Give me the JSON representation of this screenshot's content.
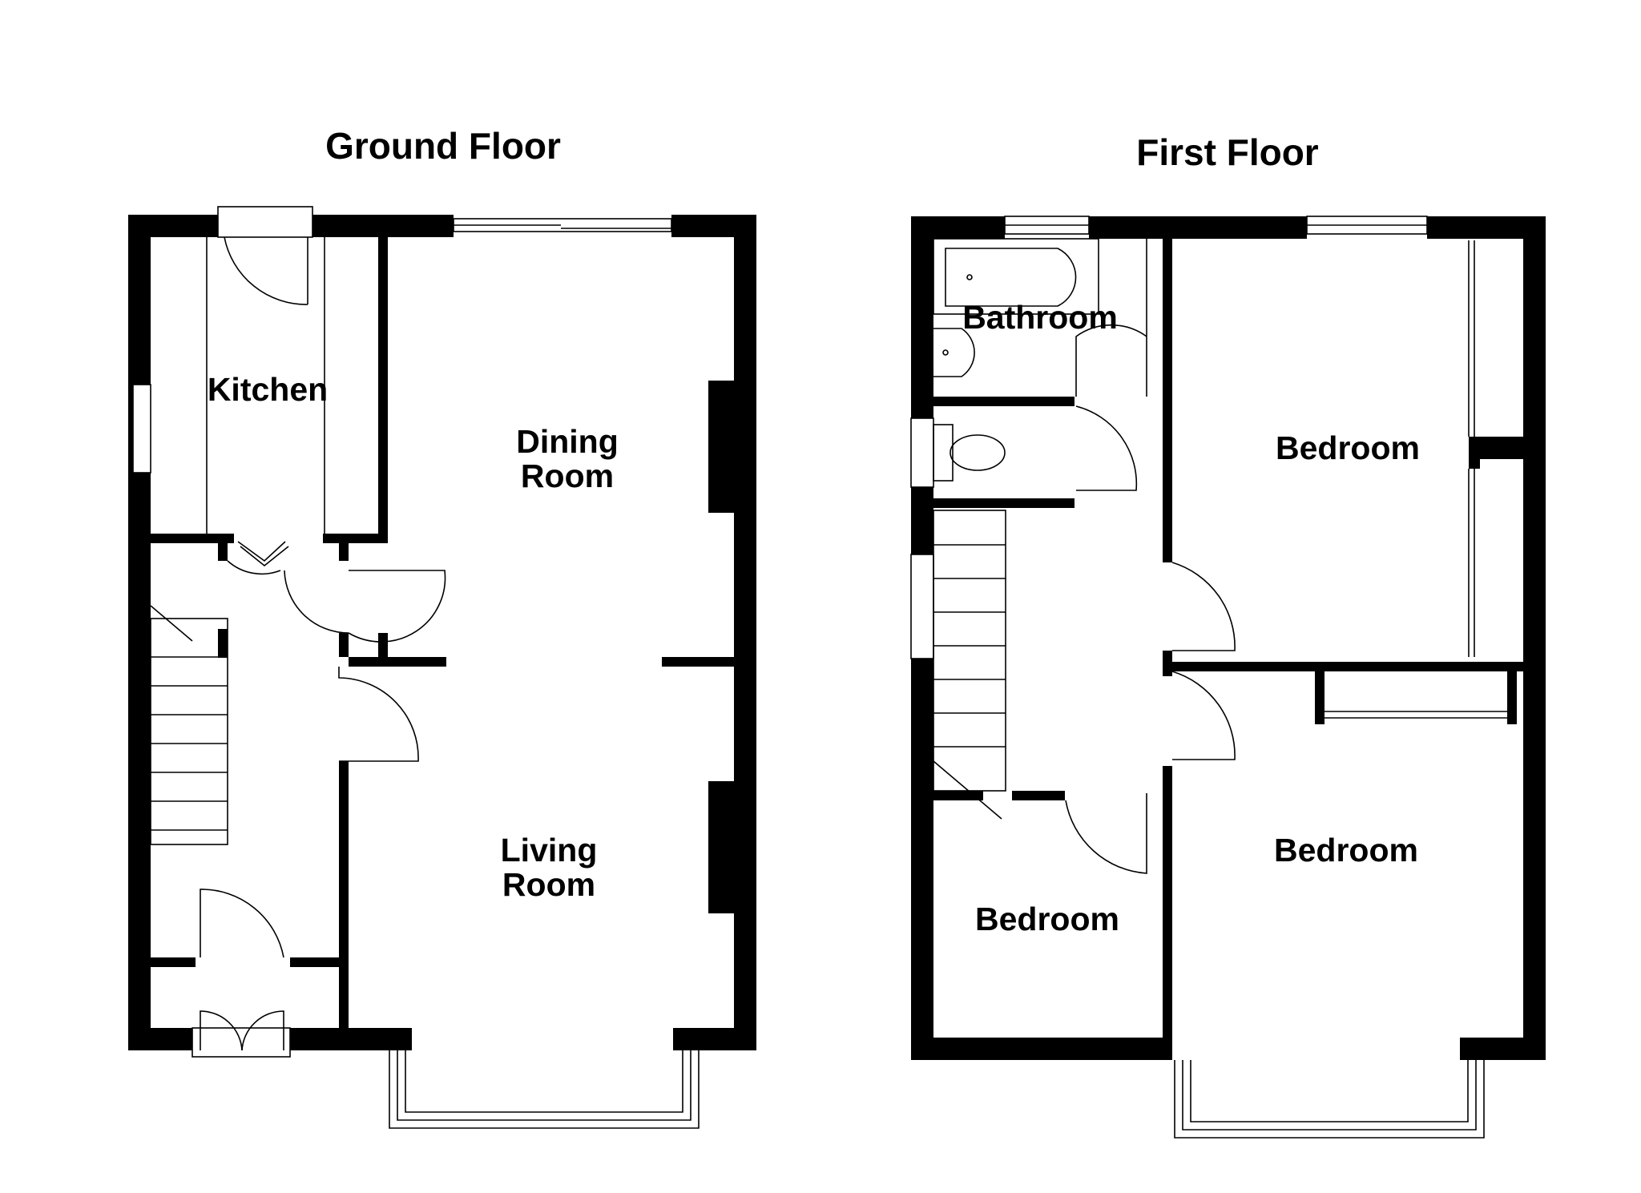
{
  "floors": [
    {
      "title": "Ground Floor",
      "rooms": [
        {
          "lines": [
            "Kitchen"
          ]
        },
        {
          "lines": [
            "Dining",
            "Room"
          ]
        },
        {
          "lines": [
            "Living",
            "Room"
          ]
        }
      ]
    },
    {
      "title": "First Floor",
      "rooms": [
        {
          "lines": [
            "Bathroom"
          ]
        },
        {
          "lines": [
            "Bedroom"
          ]
        },
        {
          "lines": [
            "Bedroom"
          ]
        },
        {
          "lines": [
            "Bedroom"
          ]
        }
      ]
    }
  ],
  "colors": {
    "wall": "#000000",
    "background": "#ffffff"
  }
}
